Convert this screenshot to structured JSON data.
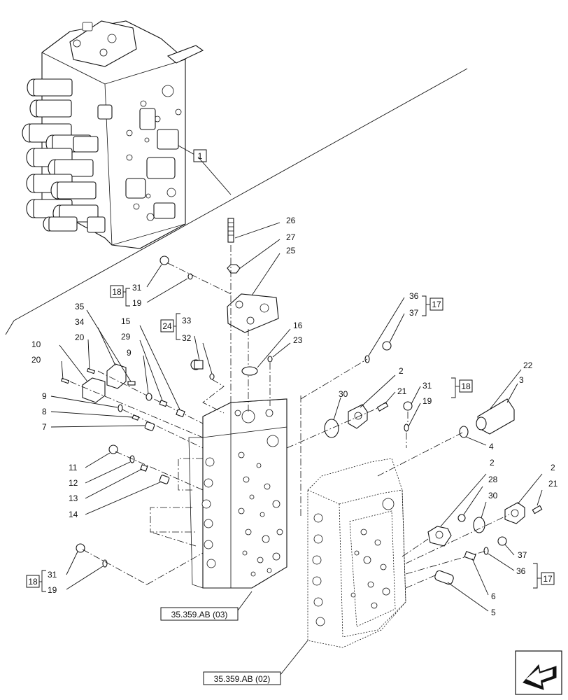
{
  "callouts": [
    {
      "id": "c1",
      "text": "1"
    },
    {
      "id": "c26",
      "text": "26"
    },
    {
      "id": "c27",
      "text": "27"
    },
    {
      "id": "c25",
      "text": "25"
    },
    {
      "id": "c18a",
      "text": "18"
    },
    {
      "id": "c31a",
      "text": "31"
    },
    {
      "id": "c19a",
      "text": "19"
    },
    {
      "id": "c35",
      "text": "35"
    },
    {
      "id": "c34",
      "text": "34"
    },
    {
      "id": "c15",
      "text": "15"
    },
    {
      "id": "c24",
      "text": "24"
    },
    {
      "id": "c33",
      "text": "33"
    },
    {
      "id": "c32",
      "text": "32"
    },
    {
      "id": "c16",
      "text": "16"
    },
    {
      "id": "c23",
      "text": "23"
    },
    {
      "id": "c36a",
      "text": "36"
    },
    {
      "id": "c37a",
      "text": "37"
    },
    {
      "id": "c17a",
      "text": "17"
    },
    {
      "id": "c10",
      "text": "10"
    },
    {
      "id": "c20a",
      "text": "20"
    },
    {
      "id": "c20b",
      "text": "20"
    },
    {
      "id": "c29",
      "text": "29"
    },
    {
      "id": "c9a",
      "text": "9"
    },
    {
      "id": "c9b",
      "text": "9"
    },
    {
      "id": "c8",
      "text": "8"
    },
    {
      "id": "c7",
      "text": "7"
    },
    {
      "id": "c30a",
      "text": "30"
    },
    {
      "id": "c2a",
      "text": "2"
    },
    {
      "id": "c21a",
      "text": "21"
    },
    {
      "id": "c31b",
      "text": "31"
    },
    {
      "id": "c19b",
      "text": "19"
    },
    {
      "id": "c18b",
      "text": "18"
    },
    {
      "id": "c22",
      "text": "22"
    },
    {
      "id": "c3",
      "text": "3"
    },
    {
      "id": "c4",
      "text": "4"
    },
    {
      "id": "c11",
      "text": "11"
    },
    {
      "id": "c12",
      "text": "12"
    },
    {
      "id": "c13",
      "text": "13"
    },
    {
      "id": "c14",
      "text": "14"
    },
    {
      "id": "c2b",
      "text": "2"
    },
    {
      "id": "c2c",
      "text": "2"
    },
    {
      "id": "c28",
      "text": "28"
    },
    {
      "id": "c30b",
      "text": "30"
    },
    {
      "id": "c21b",
      "text": "21"
    },
    {
      "id": "c37b",
      "text": "37"
    },
    {
      "id": "c36b",
      "text": "36"
    },
    {
      "id": "c17b",
      "text": "17"
    },
    {
      "id": "c6",
      "text": "6"
    },
    {
      "id": "c5",
      "text": "5"
    },
    {
      "id": "c18c",
      "text": "18"
    },
    {
      "id": "c31c",
      "text": "31"
    },
    {
      "id": "c19c",
      "text": "19"
    }
  ],
  "references": [
    {
      "id": "r03",
      "text": "35.359.AB (03)"
    },
    {
      "id": "r02",
      "text": "35.359.AB (02)"
    }
  ],
  "icons": [
    "valve-assembly-icon",
    "navigation-arrow-icon"
  ]
}
